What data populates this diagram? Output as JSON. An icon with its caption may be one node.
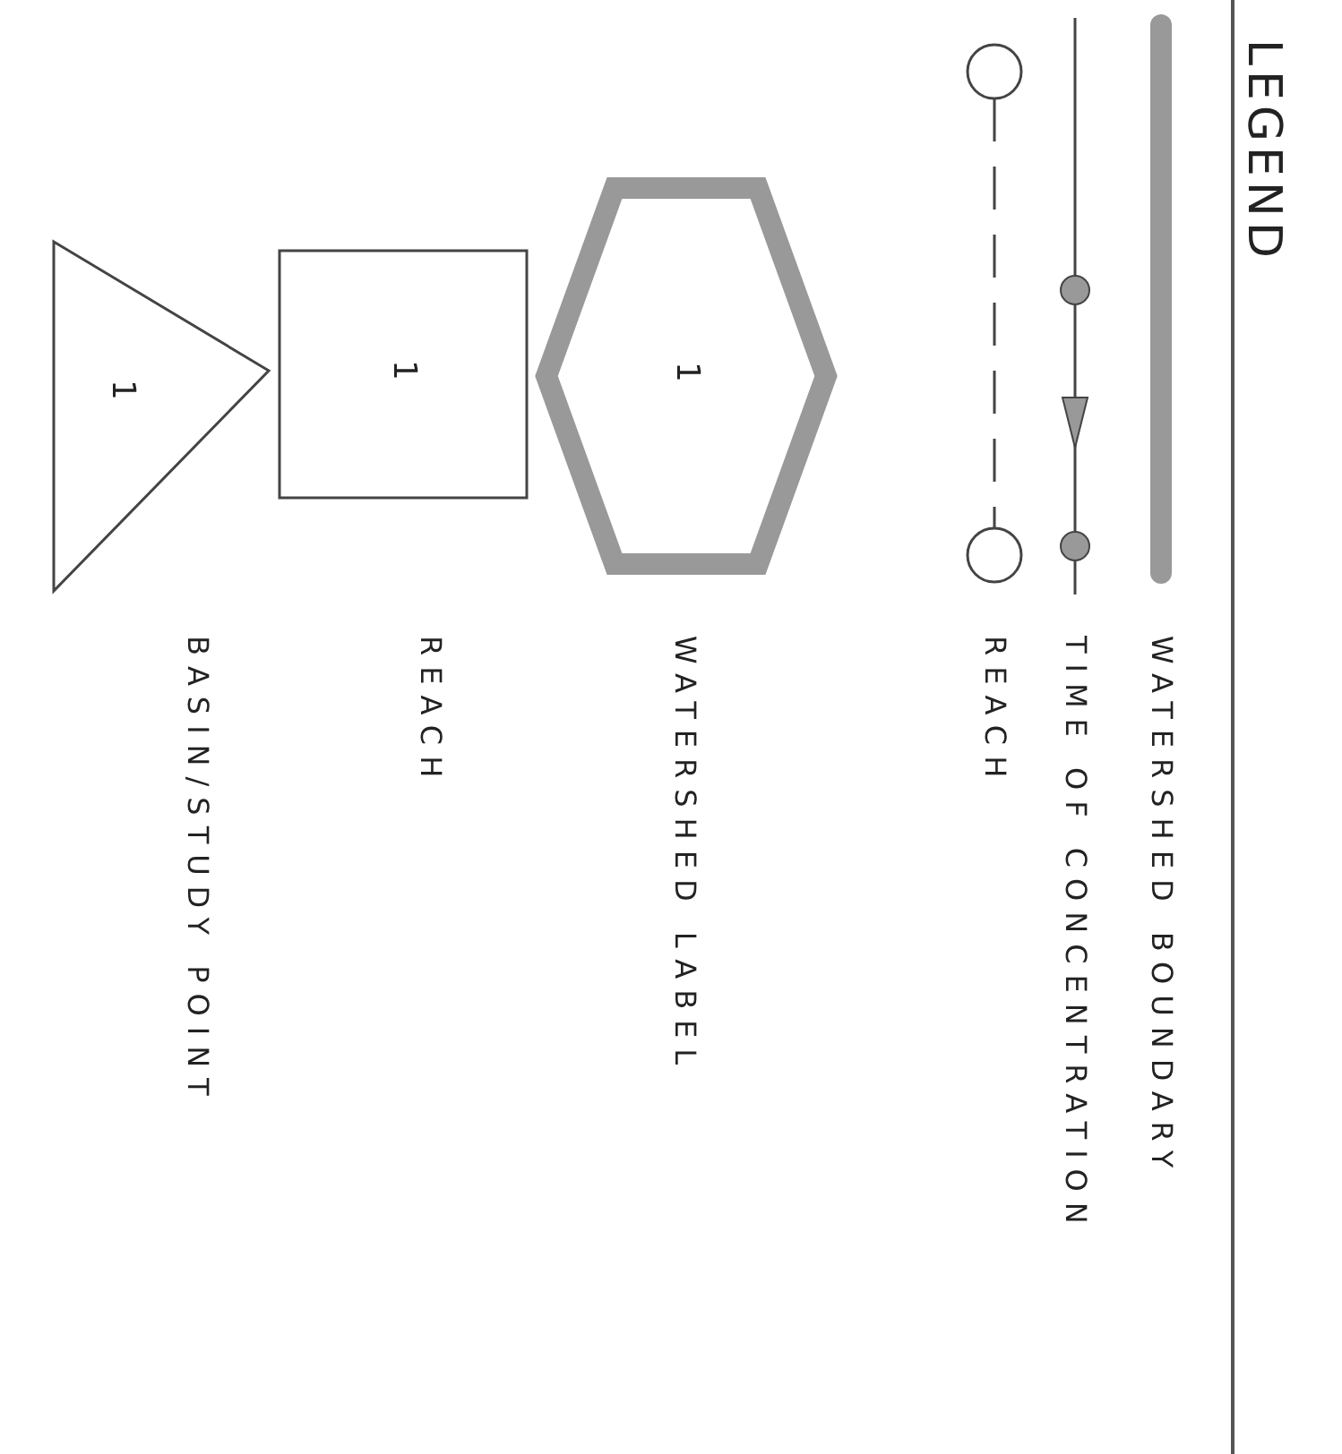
{
  "diagram": {
    "title": "LEGEND",
    "labels": [
      "1",
      "1",
      "1"
    ],
    "legend": [
      {
        "text": "WATERSHED BOUNDARY"
      },
      {
        "text": "TIME OF CONCENTRATION"
      },
      {
        "text": "REACH"
      },
      {
        "text": "WATERSHED LABEL"
      },
      {
        "text": "REACH"
      },
      {
        "text": "BASIN/STUDY POINT"
      }
    ]
  }
}
